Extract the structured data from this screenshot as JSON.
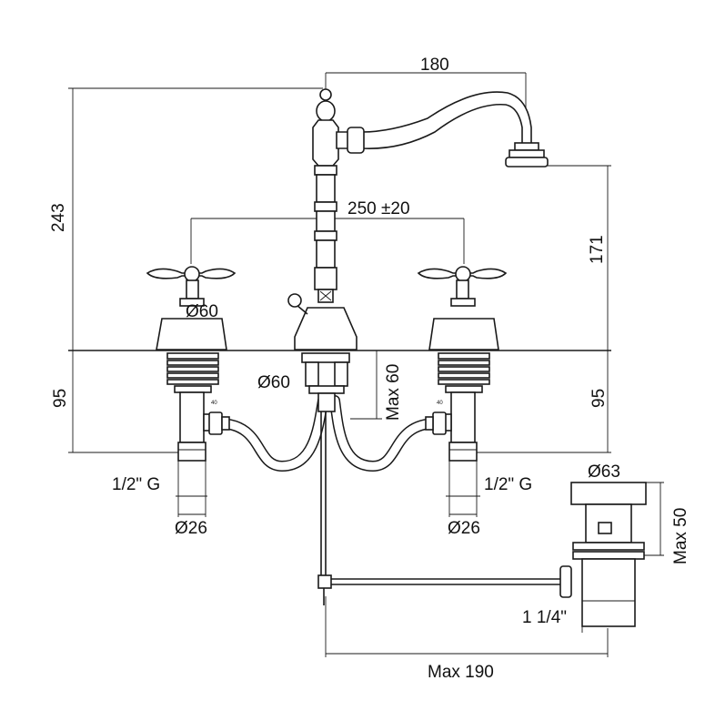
{
  "dimensions": {
    "spout_reach": "180",
    "total_height": "243",
    "spout_height": "171",
    "handle_spacing": "250 ±20",
    "flange_left": "Ø60",
    "flange_center": "Ø60",
    "deck_thickness": "Max 60",
    "below_deck_left": "95",
    "below_deck_right": "95",
    "thread_left": "1/2\" G",
    "thread_right": "1/2\" G",
    "shank_left": "Ø26",
    "shank_right": "Ø26",
    "waste_diameter": "Ø63",
    "waste_height": "Max 50",
    "waste_thread": "1 1/4\"",
    "rod_length": "Max 190",
    "hose_tag": "40"
  },
  "colors": {
    "line": "#1a1a1a",
    "background": "#ffffff"
  }
}
